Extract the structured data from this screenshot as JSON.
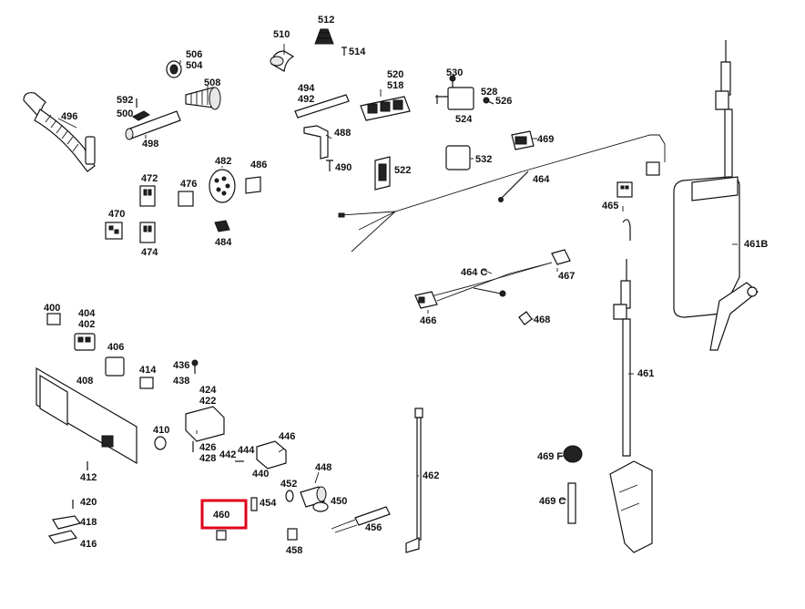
{
  "highlight": {
    "label_ref": "460",
    "color": "#e0001b"
  },
  "labels": [
    "512",
    "510",
    "514",
    "506",
    "504",
    "508",
    "592",
    "500",
    "498",
    "496",
    "494",
    "492",
    "488",
    "490",
    "520",
    "518",
    "530",
    "528",
    "526",
    "524",
    "469",
    "532",
    "522",
    "482",
    "486",
    "472",
    "476",
    "470",
    "474",
    "484",
    "464",
    "465",
    "461B",
    "464 C",
    "467",
    "466",
    "468",
    "461",
    "400",
    "404",
    "402",
    "406",
    "408",
    "414",
    "436",
    "438",
    "424",
    "422",
    "410",
    "426",
    "428",
    "444",
    "446",
    "442",
    "440",
    "412",
    "420",
    "418",
    "416",
    "452",
    "448",
    "454",
    "450",
    "460",
    "458",
    "456",
    "462",
    "469 F",
    "469 C"
  ]
}
